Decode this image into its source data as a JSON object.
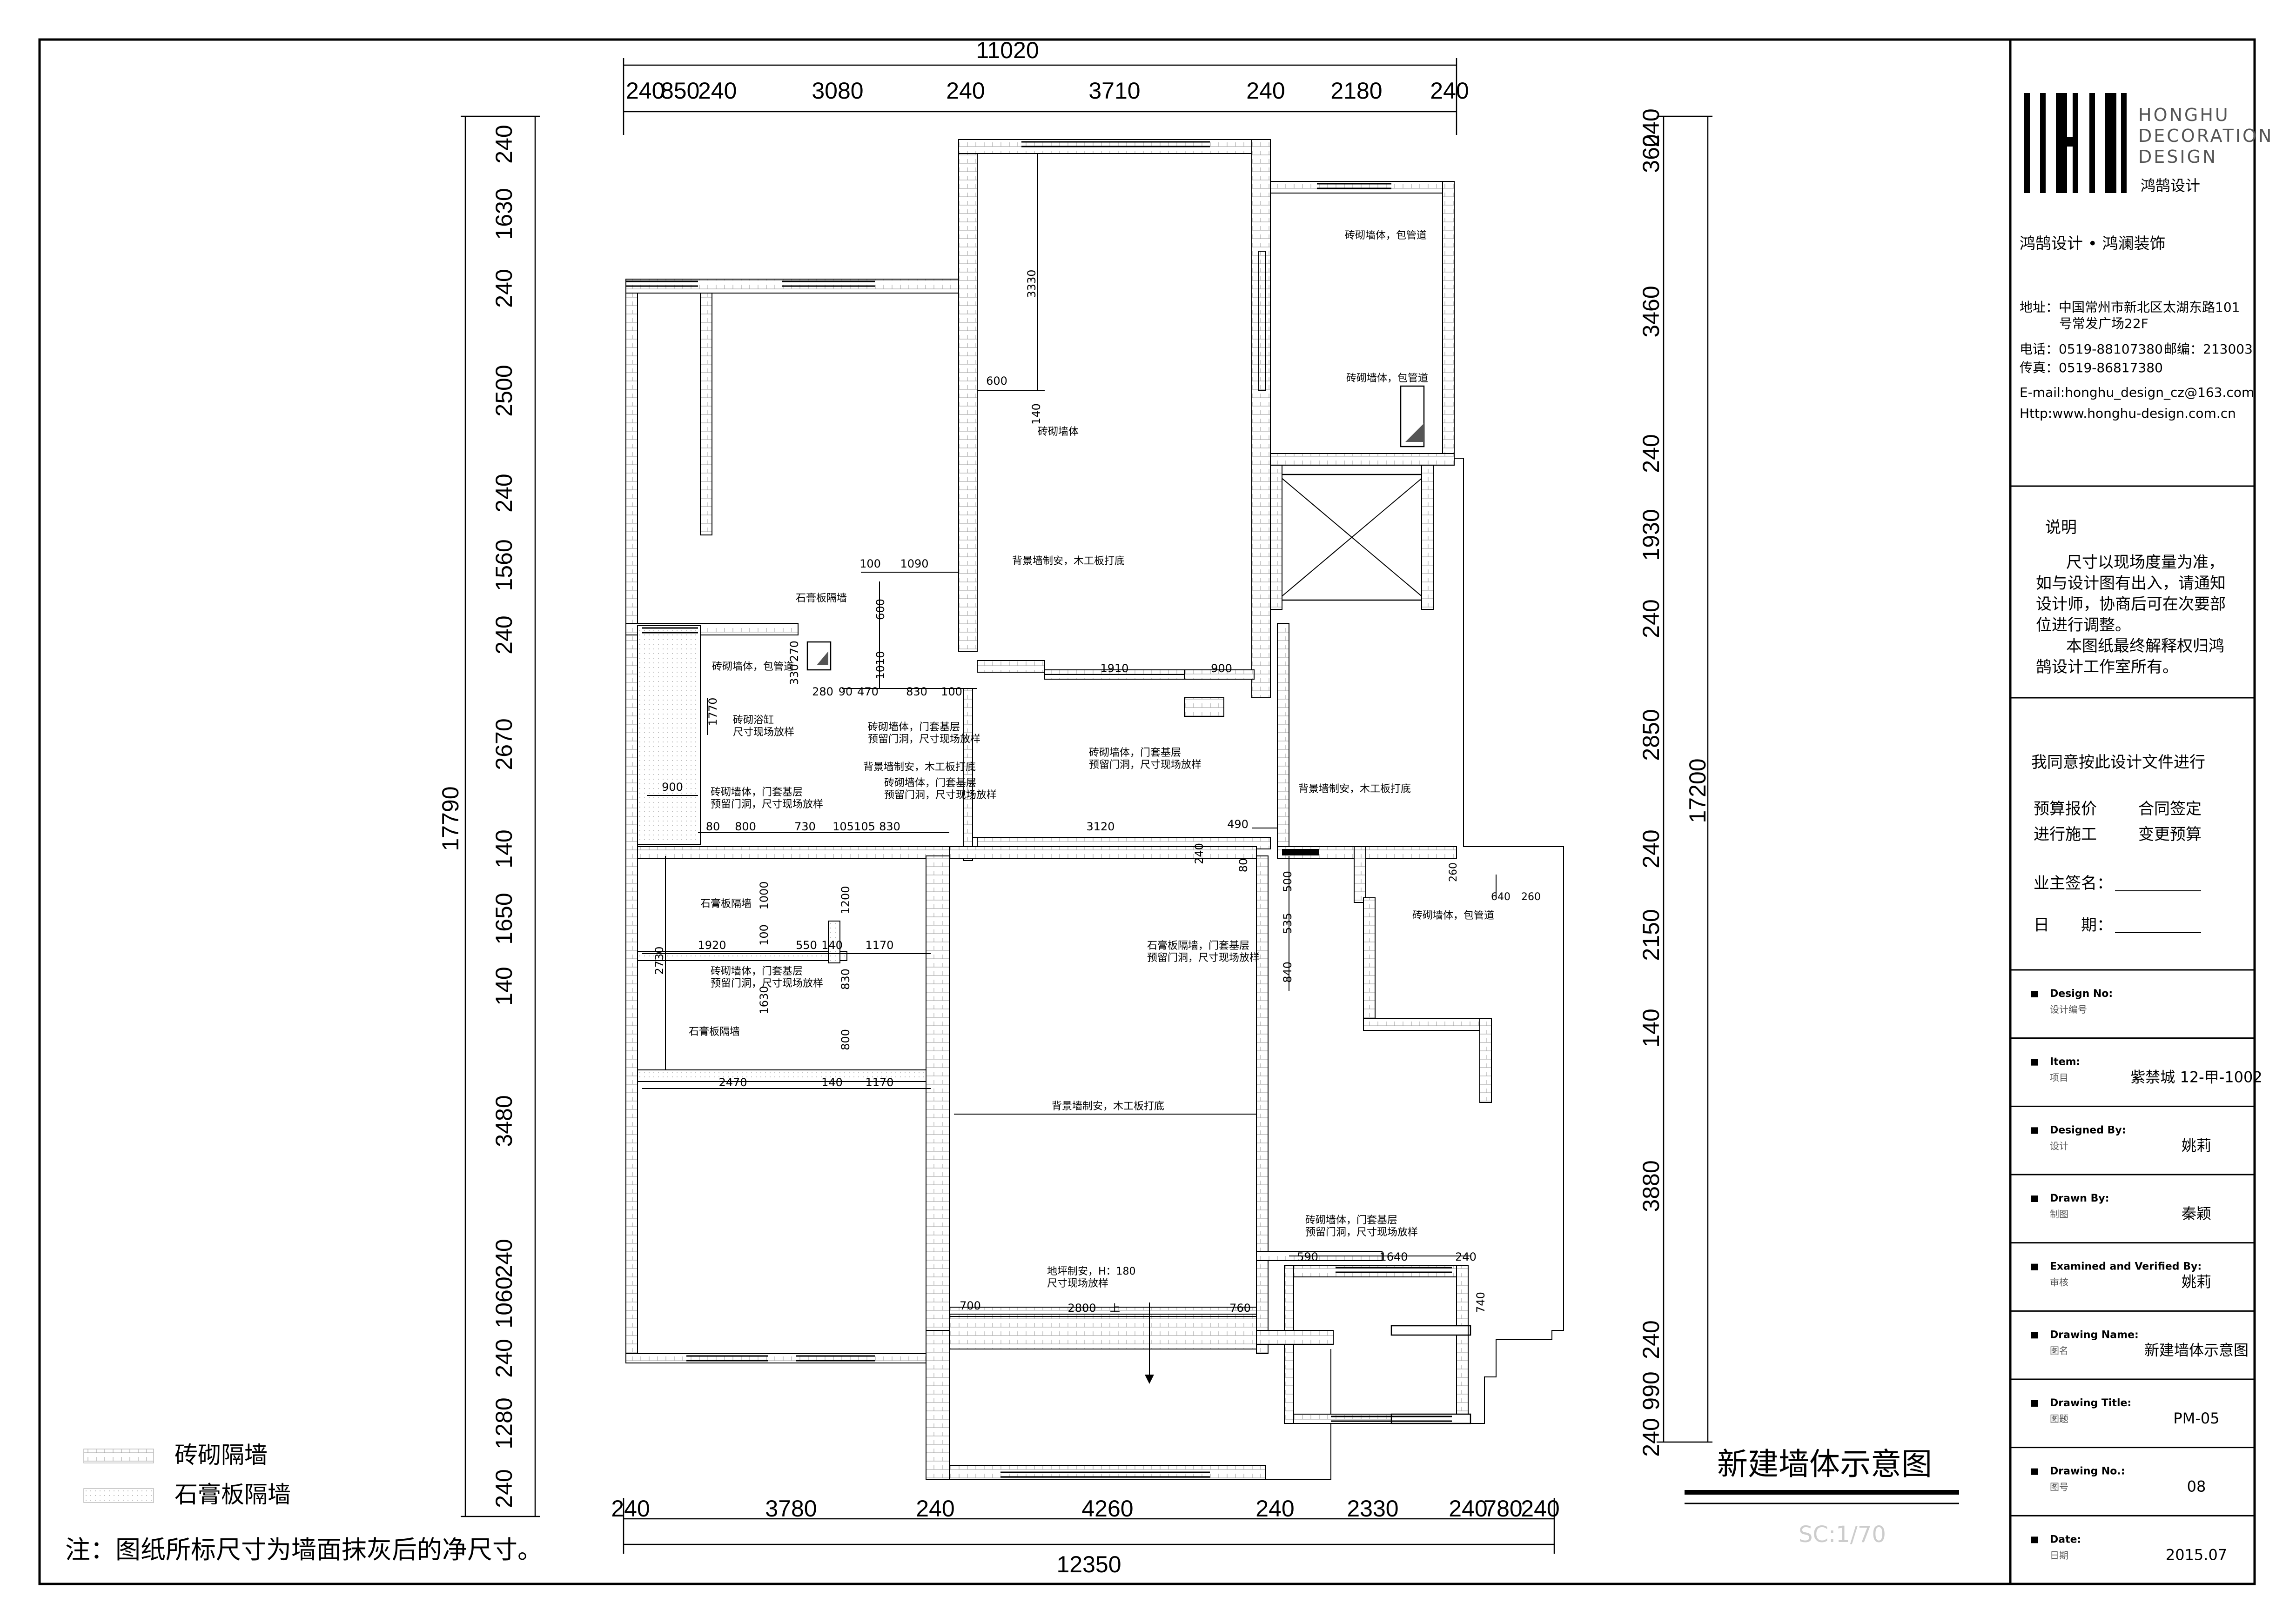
{
  "drawing": {
    "dims_top": [
      "11020",
      "240",
      "850",
      "240",
      "3080",
      "240",
      "3710",
      "240",
      "2180",
      "240"
    ],
    "dims_bottom": [
      "12350",
      "240",
      "3780",
      "240",
      "4260",
      "240",
      "2330",
      "240",
      "780",
      "240"
    ],
    "dims_left": [
      "17790",
      "240",
      "1630",
      "240",
      "2500",
      "240",
      "1560",
      "240",
      "2670",
      "140",
      "1650",
      "140",
      "3480",
      "240",
      "1060",
      "240",
      "1280",
      "240"
    ],
    "dims_right": [
      "17200",
      "360",
      "240",
      "3460",
      "240",
      "1930",
      "240",
      "2850",
      "240",
      "2150",
      "140",
      "3880",
      "240",
      "990",
      "240"
    ],
    "inner_dims": [
      "3330",
      "600",
      "140",
      "100",
      "1090",
      "600",
      "1010",
      "270",
      "330",
      "280",
      "90",
      "470",
      "830",
      "100",
      "1910",
      "900",
      "1770",
      "900",
      "80",
      "800",
      "730",
      "105",
      "105",
      "830",
      "3120",
      "490",
      "240",
      "80",
      "500",
      "535",
      "840",
      "1000",
      "100",
      "1200",
      "1920",
      "550",
      "140",
      "1170",
      "2730",
      "830",
      "1630",
      "800",
      "2470",
      "140",
      "1170",
      "700",
      "2800",
      "760",
      "590",
      "1640",
      "240",
      "740",
      "260",
      "640",
      "260"
    ],
    "notes": [
      "砖砌墙体",
      "背景墙制安，木工板打底",
      "石膏板隔墙",
      "砖砌墙体，包管道",
      "砖砌墙体，包管道",
      "砖砌墙体，包管道",
      "砖砌浴缸\n尺寸现场放样",
      "砖砌墙体，门套基层\n预留门洞，尺寸现场放样",
      "背景墙制安，木工板打底",
      "砖砌墙体，门套基层\n预留门洞，尺寸现场放样",
      "砖砌墙体，门套基层\n预留门洞，尺寸现场放样",
      "砖砌墙体，门套基层\n预留门洞，尺寸现场放样",
      "背景墙制安，木工板打底",
      "砖砌墙体，包管道",
      "石膏板隔墙，门套基层\n预留门洞，尺寸现场放样",
      "石膏板隔墙",
      "砖砌墙体，门套基层\n预留门洞，尺寸现场放样",
      "石膏板隔墙",
      "背景墙制安，木工板打底",
      "砖砌墙体，门套基层\n预留门洞，尺寸现场放样",
      "地坪制安，H：180\n尺寸现场放样",
      "上"
    ],
    "drawing_title": "新建墙体示意图",
    "scale": "SC:1/70",
    "legend": [
      "砖砌隔墙",
      "石膏板隔墙"
    ],
    "footnote": "注：图纸所标尺寸为墙面抹灰后的净尺寸。"
  },
  "titleblock": {
    "logo_text": [
      "HONGHU",
      "DECORATION",
      "DESIGN",
      "鸿鹄设计"
    ],
    "company": "鸿鹄设计 • 鸿澜装饰",
    "address": "地址：中国常州市新北区太湖东路101",
    "address2": "号常发广场22F",
    "phone": "电话：0519-88107380",
    "postcode": "邮编：213003",
    "fax": "传真：0519-86817380",
    "email": "E-mail:honghu_design_cz@163.com",
    "web": "Http:www.honghu-design.com.cn",
    "notes_title": "说明",
    "notes_lines": [
      "尺寸以现场度量为准，",
      "如与设计图有出入，请通知",
      "设计师，协商后可在次要部",
      "位进行调整。",
      "本图纸最终解释权归鸿",
      "鹄设计工作室所有。"
    ],
    "agree": "我同意按此设计文件进行",
    "opt1": "预算报价",
    "opt2": "合同签定",
    "opt3": "进行施工",
    "opt4": "变更预算",
    "sign": "业主签名：",
    "date_sign": "日　　期：",
    "rows": [
      {
        "en": "Design No:",
        "cn": "设计编号",
        "value": ""
      },
      {
        "en": "Item:",
        "cn": "项目",
        "value": "紫禁城 12-甲-1002"
      },
      {
        "en": "Designed By:",
        "cn": "设计",
        "value": "姚莉"
      },
      {
        "en": "Drawn By:",
        "cn": "制图",
        "value": "秦颖"
      },
      {
        "en": "Examined and Verified By:",
        "cn": "审核",
        "value": "姚莉"
      },
      {
        "en": "Drawing Name:",
        "cn": "图名",
        "value": "新建墙体示意图"
      },
      {
        "en": "Drawing Title:",
        "cn": "图题",
        "value": "PM-05"
      },
      {
        "en": "Drawing No.:",
        "cn": "图号",
        "value": "08"
      },
      {
        "en": "Date:",
        "cn": "日期",
        "value": "2015.07"
      }
    ]
  }
}
